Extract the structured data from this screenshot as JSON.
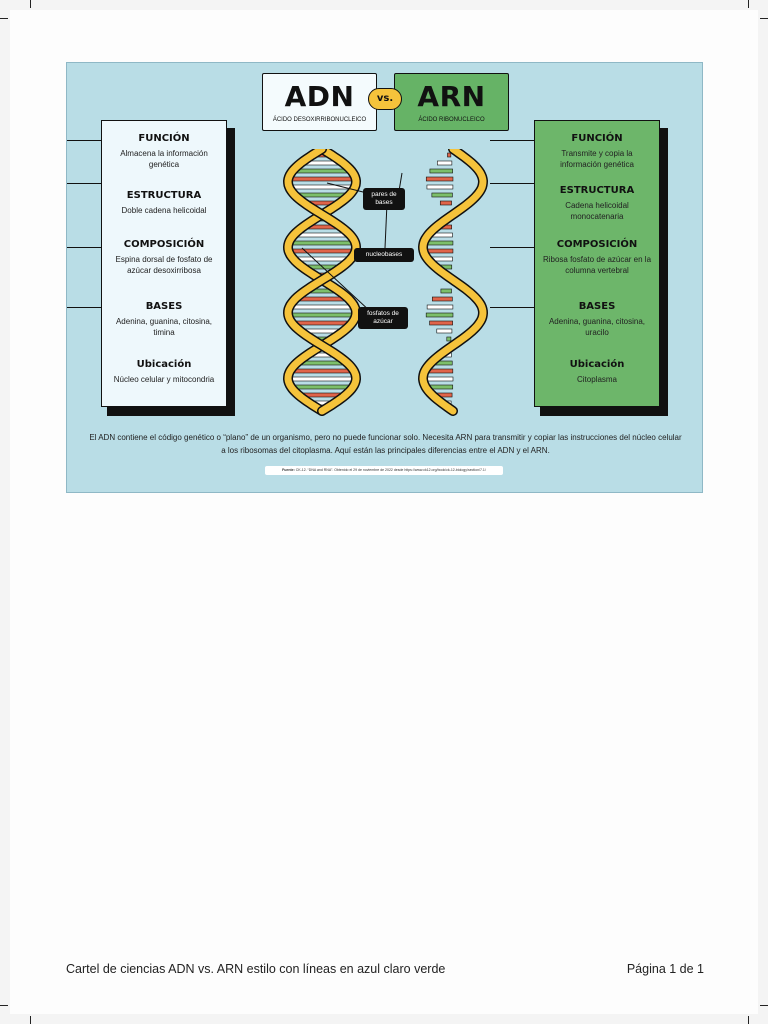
{
  "poster": {
    "adn_title": "ADN",
    "adn_subtitle": "ÁCIDO DESOXIRRIBONUCLEICO",
    "vs": "vs.",
    "arn_title": "ARN",
    "arn_subtitle": "ÁCIDO RIBONUCLEICO",
    "adn_sections": [
      {
        "heading": "FUNCIÓN",
        "text": "Almacena la información genética"
      },
      {
        "heading": "ESTRUCTURA",
        "text": "Doble cadena helicoidal"
      },
      {
        "heading": "COMPOSICIÓN",
        "text": "Espina dorsal de fosfato de azúcar desoxirribosa"
      },
      {
        "heading": "BASES",
        "text": "Adenina, guanina, citosina, timina"
      },
      {
        "heading": "Ubicación",
        "text": "Núcleo celular y mitocondria"
      }
    ],
    "arn_sections": [
      {
        "heading": "FUNCIÓN",
        "text": "Transmite y copia la información genética"
      },
      {
        "heading": "ESTRUCTURA",
        "text": "Cadena helicoidal monocatenaria"
      },
      {
        "heading": "COMPOSICIÓN",
        "text": "Ribosa fosfato de azúcar en la columna vertebral"
      },
      {
        "heading": "BASES",
        "text": "Adenina, guanina, citosina, uracilo"
      },
      {
        "heading": "Ubicación",
        "text": "Citoplasma"
      }
    ],
    "labels": {
      "base_pairs": "pares de bases",
      "nucleobases": "nucleobases",
      "sugar_phosphates": "fosfatos de azúcar"
    },
    "description": "El ADN contiene el código genético o “plano” de un organismo, pero no puede funcionar solo. Necesita ARN para transmitir y copiar las instrucciones del núcleo celular a los ribosomas del citoplasma. Aquí están las principales diferencias entre el ADN y el ARN.",
    "source_label": "Fuente:",
    "source_text": "CK-12. “DNA and RNA”. Obtenido el 29 de noviembre de 2022 desde https://www.ck12.org/book/ck-12-biology/section/7.1/",
    "colors": {
      "background": "#b9dde6",
      "adn_panel": "#eef8fc",
      "arn_panel": "#6db66a",
      "helix": "#f5c33b",
      "base_red": "#e0644a",
      "base_green": "#7cbf6a",
      "base_white": "#ffffff"
    }
  },
  "footer": {
    "title": "Cartel de ciencias ADN vs. ARN estilo con líneas en azul claro verde",
    "page": "Página 1 de 1"
  }
}
